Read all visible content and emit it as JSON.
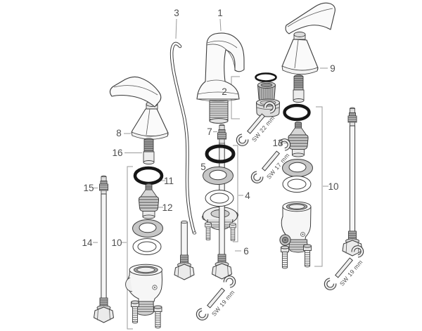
{
  "diagram": {
    "description": "Exploded-view spare parts diagram of a two-handle widespread bathroom basin faucet",
    "background_color": "#ffffff",
    "line_color": "#3d3d3d",
    "o_ring_color": "#161616",
    "label_color": "#4f4f4f",
    "part_labels": [
      {
        "id": "1"
      },
      {
        "id": "3"
      },
      {
        "id": "9"
      },
      {
        "id": "2"
      },
      {
        "id": "8"
      },
      {
        "id": "7"
      },
      {
        "id": "13"
      },
      {
        "id": "16"
      },
      {
        "id": "5"
      },
      {
        "id": "11"
      },
      {
        "id": "15"
      },
      {
        "id": "4"
      },
      {
        "id": "10"
      },
      {
        "id": "12"
      },
      {
        "id": "14"
      },
      {
        "id": "10"
      },
      {
        "id": "6"
      }
    ],
    "tool_labels": [
      {
        "text": "SW 22 mm"
      },
      {
        "text": "SW 17 mm"
      },
      {
        "text": "SW 19 mm"
      },
      {
        "text": "SW 19 mm"
      }
    ]
  }
}
